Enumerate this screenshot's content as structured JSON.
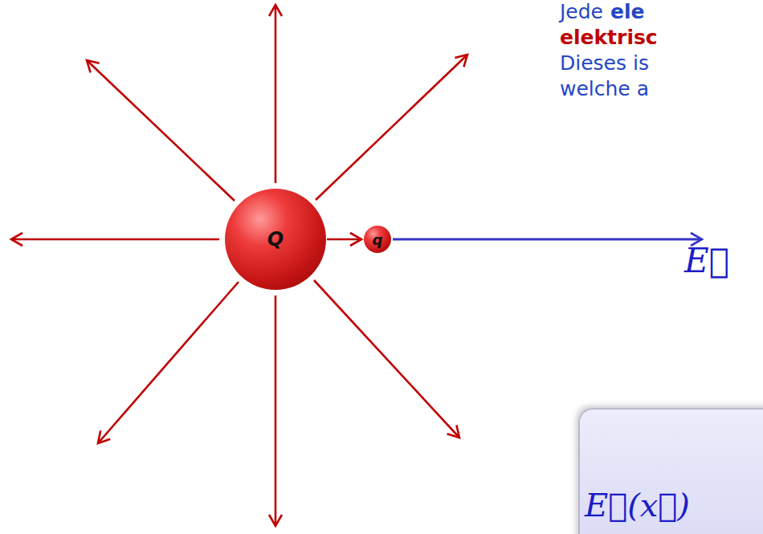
{
  "diagram": {
    "nodes": [
      {
        "text": [
          "Q"
        ]
      },
      {
        "text": [
          "q"
        ]
      },
      {
        "text": [
          "E⃗(x⃗)"
        ]
      }
    ],
    "edges": [
      {
        "from": 0,
        "to": 1,
        "arrow": "to"
      }
    ],
    "labels": [
      "Jede",
      "ele",
      "elektrisc",
      "Dieses is",
      "welche a",
      "E⃗"
    ]
  }
}
